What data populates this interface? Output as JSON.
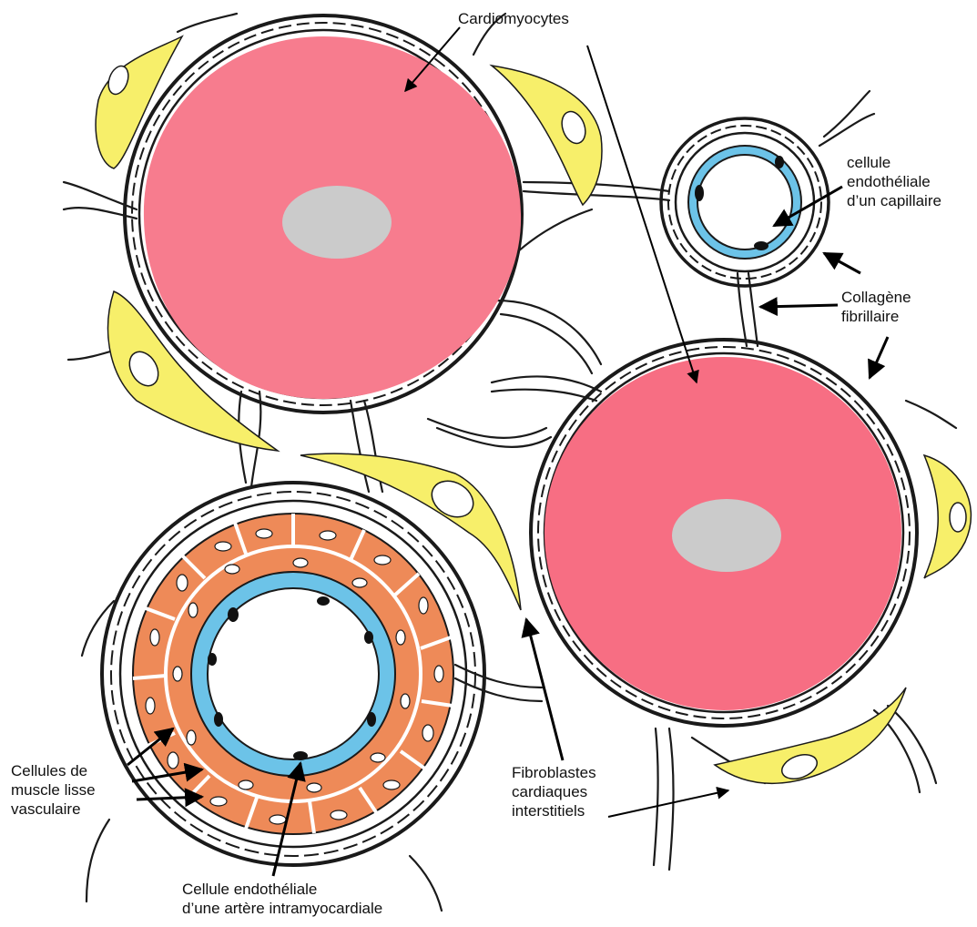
{
  "labels": {
    "cardiomyocytes": "Cardiomyocytes",
    "capillary_endothelial": [
      "cellule",
      "endothéliale",
      "d’un capillaire"
    ],
    "collagen": [
      "Collagène",
      "fibrillaire"
    ],
    "smooth_muscle": [
      "Cellules de",
      "muscle lisse",
      "vasculaire"
    ],
    "fibroblasts": [
      "Fibroblastes",
      "cardiaques",
      "interstitiels"
    ],
    "arterial_endothelial": [
      "Cellule endothéliale",
      "d’une artère intramyocardiale"
    ]
  },
  "colors": {
    "cardiomyocyte": "#f77c8e",
    "cardiomyocyte_2": "#f76e83",
    "nucleus": "#cbcbcb",
    "fibroblast": "#f7ef6a",
    "smooth_muscle": "#ee8a58",
    "endothelium": "#6cc3e8",
    "collagen": "#1a1a1a"
  }
}
